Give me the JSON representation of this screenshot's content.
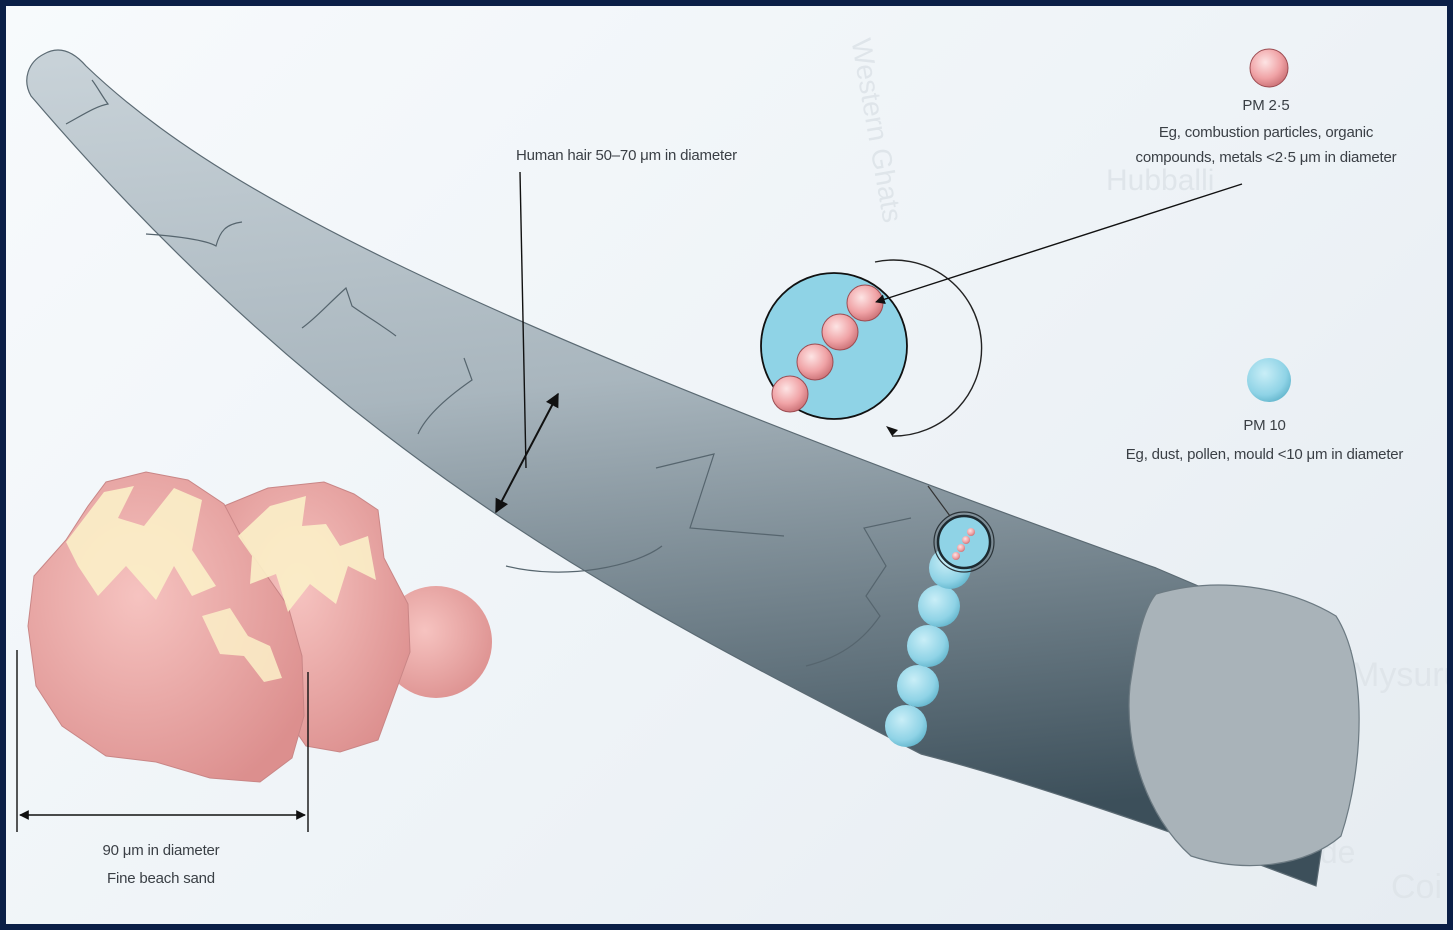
{
  "labels": {
    "human_hair": "Human hair 50–70 μm in diameter",
    "pm25_title": "PM 2·5",
    "pm25_line1": "Eg, combustion particles, organic",
    "pm25_line2": "compounds, metals <2·5 μm in diameter",
    "pm10_title": "PM 10",
    "pm10_line1": "Eg, dust, pollen, mould <10 μm in diameter",
    "sand_line1": "90 μm in diameter",
    "sand_line2": "Fine beach sand"
  },
  "background_map_labels": {
    "western_ghats": "Western Ghats",
    "hubballi": "Hubballi",
    "mysuru": "Mysuru",
    "kozhikode": "Kozhikode",
    "coimbatore": "Coi"
  },
  "colors": {
    "frame": "#0b1f47",
    "hair": "#9aa9b3",
    "pm25": "#f0a3a6",
    "pm10": "#8fd3e6",
    "sand": "#eea7a5",
    "sand_highlight": "#fbf0c8"
  }
}
